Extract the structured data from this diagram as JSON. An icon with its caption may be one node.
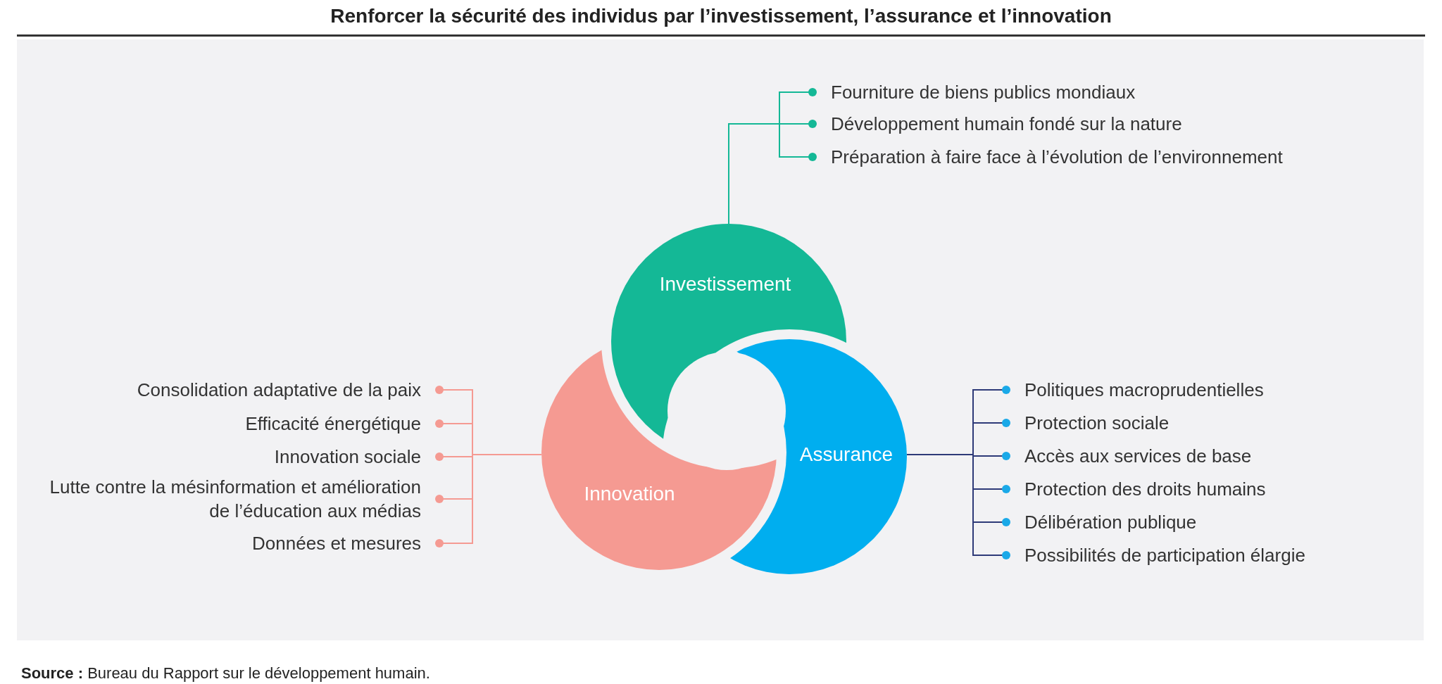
{
  "diagram": {
    "title": "Renforcer la sécurité des individus par l’investissement, l’assurance et l’innovation",
    "caption": "**Source :** Bureau du Rapport sur le développement humain.",
    "nodes": [
      {
        "text": [
          "Investissement"
        ]
      },
      {
        "text": [
          "Assurance"
        ]
      },
      {
        "text": [
          "Innovation"
        ]
      },
      {
        "text": [
          "Fourniture de biens publics mondiaux"
        ]
      },
      {
        "text": [
          "Développement humain fondé sur la nature"
        ]
      },
      {
        "text": [
          "Préparation à faire face à l’évolution de l’environnement"
        ]
      },
      {
        "text": [
          "Politiques macroprudentielles"
        ]
      },
      {
        "text": [
          "Protection sociale"
        ]
      },
      {
        "text": [
          "Accès aux services de base"
        ]
      },
      {
        "text": [
          "Protection des droits humains"
        ]
      },
      {
        "text": [
          "Délibération publique"
        ]
      },
      {
        "text": [
          "Possibilités de participation élargie"
        ]
      },
      {
        "text": [
          "Consolidation adaptative de la paix"
        ]
      },
      {
        "text": [
          "Efficacité énergétique"
        ]
      },
      {
        "text": [
          "Innovation sociale"
        ]
      },
      {
        "text": [
          "Lutte contre la mésinformation et amélioration de l’éducation aux médias"
        ]
      },
      {
        "text": [
          "Données et mesures"
        ]
      }
    ],
    "edges": [
      {
        "from": 0,
        "to": 3,
        "arrow": "other",
        "color": "#14b896"
      },
      {
        "from": 0,
        "to": 4,
        "arrow": "other",
        "color": "#14b896"
      },
      {
        "from": 0,
        "to": 5,
        "arrow": "other",
        "color": "#14b896"
      },
      {
        "from": 1,
        "to": 6,
        "arrow": "other",
        "color": "#2e3a78"
      },
      {
        "from": 1,
        "to": 7,
        "arrow": "other",
        "color": "#2e3a78"
      },
      {
        "from": 1,
        "to": 8,
        "arrow": "other",
        "color": "#2e3a78"
      },
      {
        "from": 1,
        "to": 9,
        "arrow": "other",
        "color": "#2e3a78"
      },
      {
        "from": 1,
        "to": 10,
        "arrow": "other",
        "color": "#2e3a78"
      },
      {
        "from": 1,
        "to": 11,
        "arrow": "other",
        "color": "#2e3a78"
      },
      {
        "from": 2,
        "to": 12,
        "arrow": "other",
        "color": "#f59a92"
      },
      {
        "from": 2,
        "to": 13,
        "arrow": "other",
        "color": "#f59a92"
      },
      {
        "from": 2,
        "to": 14,
        "arrow": "other",
        "color": "#f59a92"
      },
      {
        "from": 2,
        "to": 15,
        "arrow": "other",
        "color": "#f59a92"
      },
      {
        "from": 2,
        "to": 16,
        "arrow": "other",
        "color": "#f59a92"
      }
    ]
  }
}
